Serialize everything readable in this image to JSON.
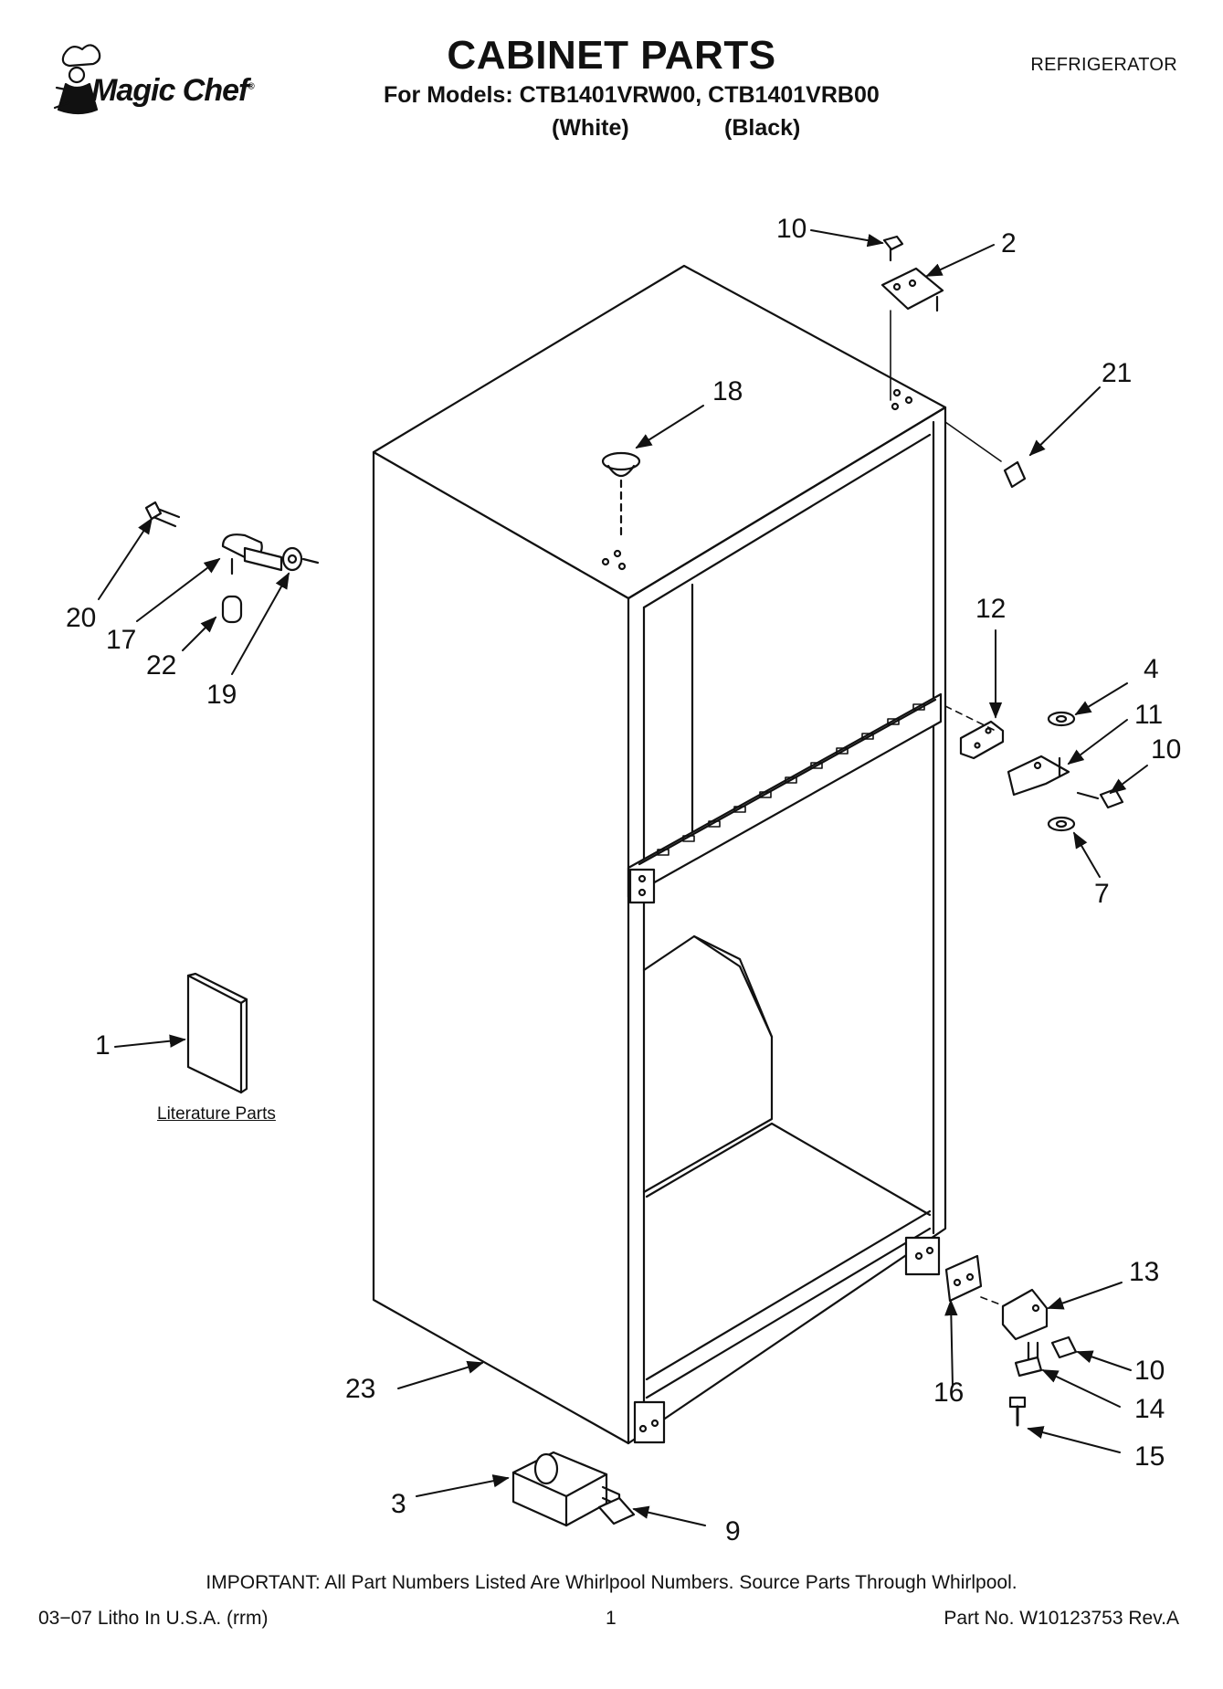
{
  "header": {
    "brand": "Magic Chef",
    "title": "CABINET PARTS",
    "models_line": "For Models: CTB1401VRW00, CTB1401VRB00",
    "variant_white": "(White)",
    "variant_black": "(Black)",
    "appliance": "REFRIGERATOR"
  },
  "callouts": {
    "c1": "1",
    "c2": "2",
    "c3": "3",
    "c4": "4",
    "c7": "7",
    "c9": "9",
    "c10a": "10",
    "c10b": "10",
    "c10c": "10",
    "c11": "11",
    "c12": "12",
    "c13": "13",
    "c14": "14",
    "c15": "15",
    "c16": "16",
    "c17": "17",
    "c18": "18",
    "c19": "19",
    "c20": "20",
    "c21": "21",
    "c22": "22",
    "c23": "23"
  },
  "literature_label": "Literature Parts",
  "footer": {
    "important": "IMPORTANT: All Part Numbers Listed Are Whirlpool Numbers. Source Parts Through Whirlpool.",
    "litho": "03−07 Litho In U.S.A. (rrm)",
    "page": "1",
    "part_no": "Part No. W10123753 Rev.A"
  }
}
